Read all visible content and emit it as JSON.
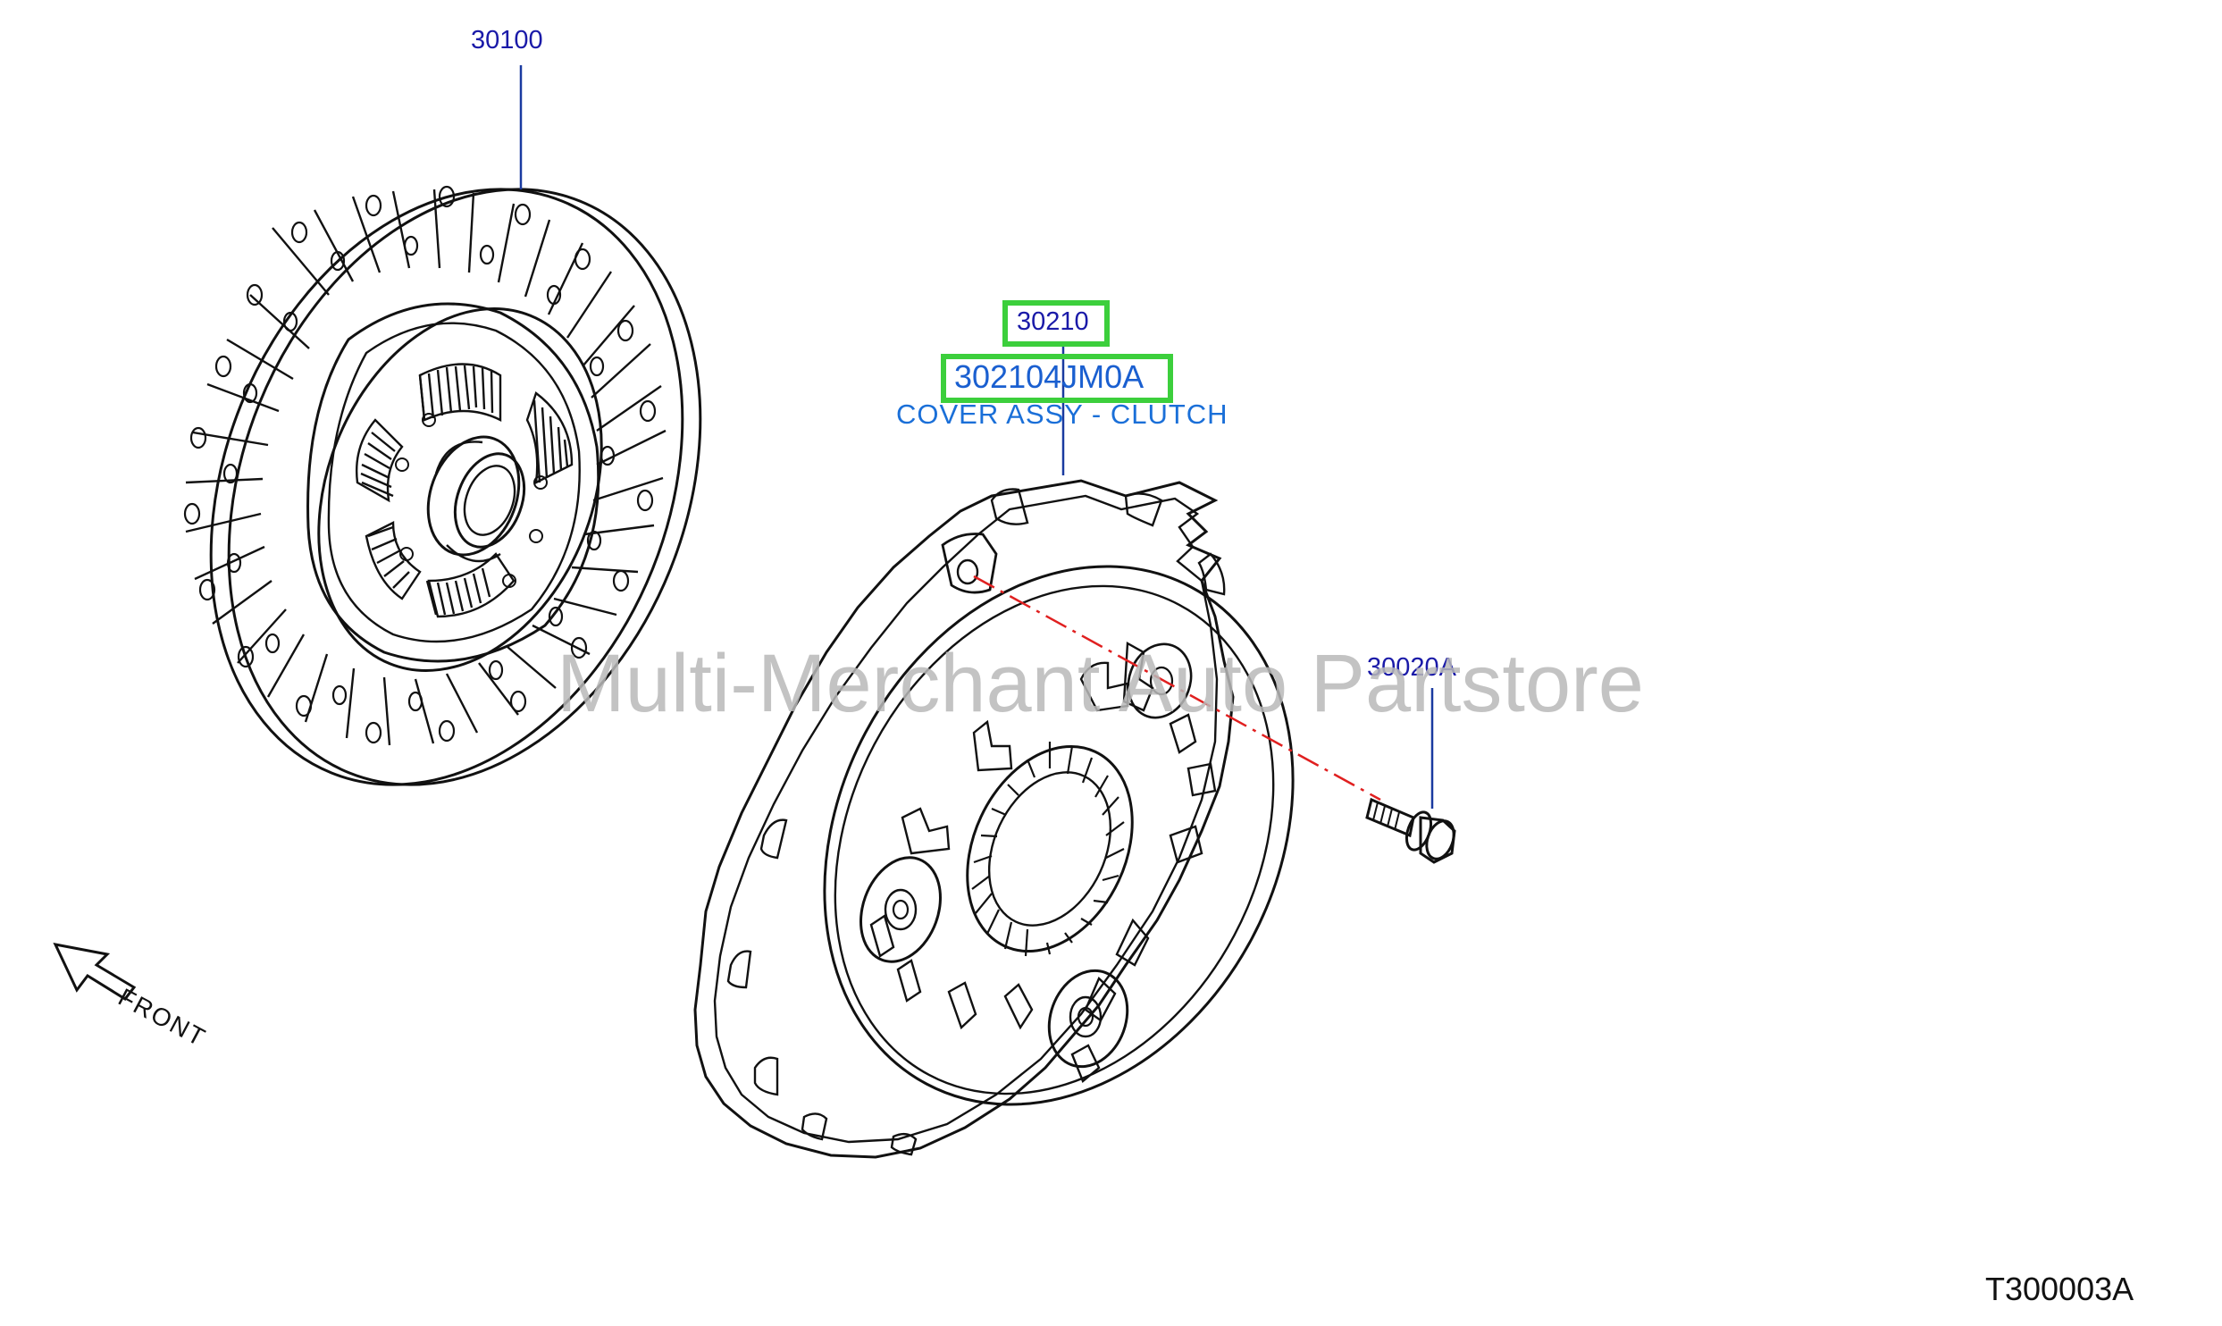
{
  "callouts": {
    "clutch_disc": "30100",
    "cover_ref": "30210",
    "bolt": "30020A"
  },
  "selected_part": {
    "part_number": "302104JM0A",
    "name": "COVER ASSY - CLUTCH"
  },
  "orientation_label": "FRONT",
  "watermark": "Multi-Merchant Auto Partstore",
  "diagram_id": "T300003A",
  "colors": {
    "callout_text": "#1a1aa8",
    "leader_line": "#1a3aa0",
    "highlight": "#3ccf3c",
    "axis_line": "#e02020",
    "drawing": "#111111"
  }
}
